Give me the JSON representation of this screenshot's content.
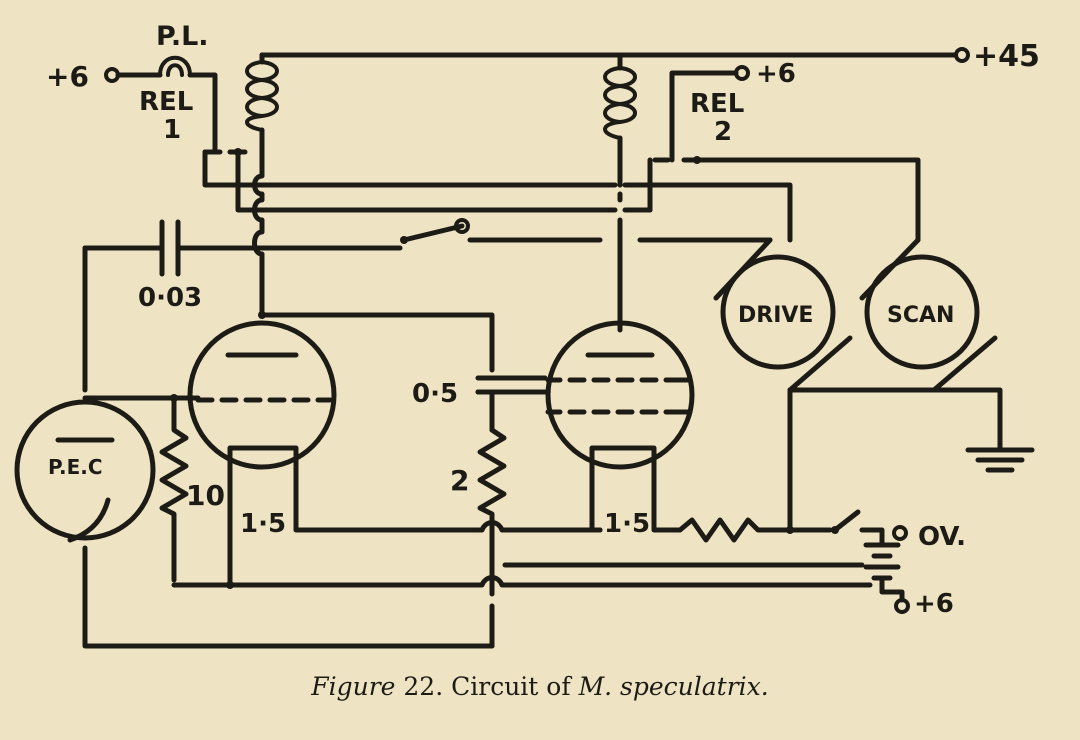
{
  "labels": {
    "pilot_lamp": "P.L.",
    "relay1_name": "REL",
    "relay1_num": "1",
    "relay2_name": "REL",
    "relay2_num": "2",
    "supply_plus6_left": "+6",
    "supply_plus6_relay2": "+6",
    "supply_plus45": "+45",
    "cap_003": "0·03",
    "cap_05": "0·5",
    "pec": "P.E.C",
    "res_10": "10",
    "res_2": "2",
    "fil1_voltage": "1·5",
    "fil2_voltage": "1·5",
    "zero_volt": "OV.",
    "supply_plus6_bottom": "+6",
    "drive_motor": "DRIVE",
    "scan_motor": "SCAN"
  },
  "caption": {
    "figure_word": "Figure",
    "figure_number": "22.",
    "text_plain": "Circuit of",
    "text_italic": "M. speculatrix."
  }
}
